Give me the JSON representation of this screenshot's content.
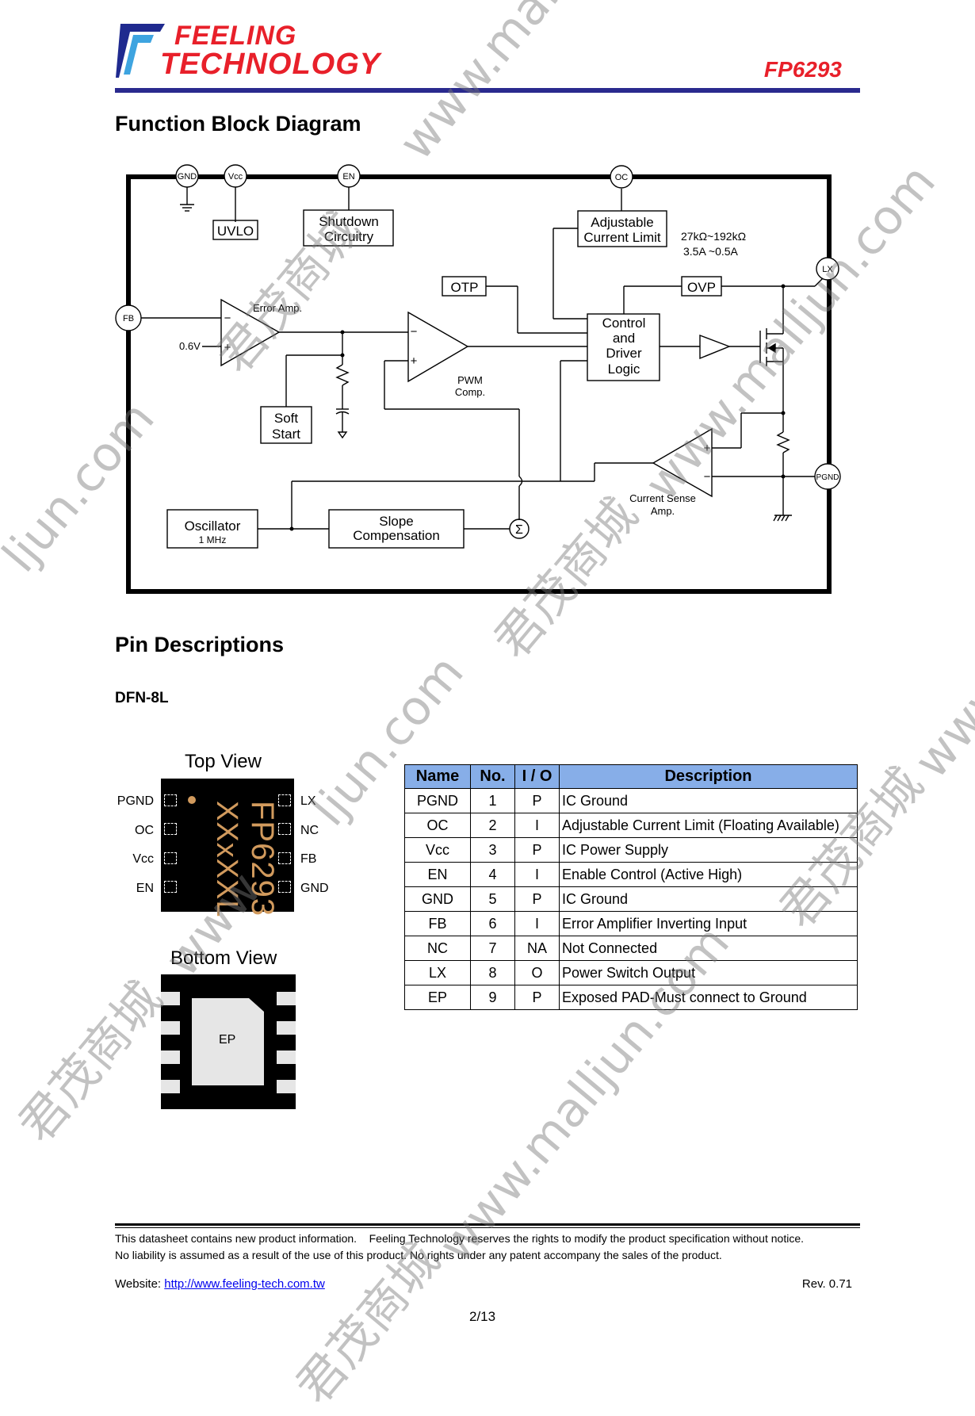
{
  "header": {
    "logo_line1": "FEELING",
    "logo_line2": "TECHNOLOGY",
    "part_number": "FP6293"
  },
  "block_diagram": {
    "title": "Function Block Diagram",
    "pins": {
      "gnd": "GND",
      "vcc": "Vcc",
      "en": "EN",
      "oc": "OC",
      "fb": "FB",
      "lx": "LX",
      "pgnd": "PGND"
    },
    "blocks": {
      "uvlo": "UVLO",
      "shutdown_1": "Shutdown",
      "shutdown_2": "Circuitry",
      "adj_1": "Adjustable",
      "adj_2": "Current Limit",
      "otp": "OTP",
      "ovp": "OVP",
      "ctrl_1": "Control",
      "ctrl_2": "and",
      "ctrl_3": "Driver",
      "ctrl_4": "Logic",
      "soft_1": "Soft",
      "soft_2": "Start",
      "osc": "Oscillator",
      "osc_freq": "1 MHz",
      "slope_1": "Slope",
      "slope_2": "Compensation"
    },
    "labels": {
      "error_amp": "Error Amp.",
      "vref": "0.6V",
      "pwm_1": "PWM",
      "pwm_2": "Comp.",
      "cs_1": "Current Sense",
      "cs_2": "Amp.",
      "res_range": "27kΩ~192kΩ",
      "cur_range": "3.5A ~0.5A",
      "plus": "+",
      "minus": "−",
      "sigma": "Σ"
    }
  },
  "pin_section": {
    "title": "Pin Descriptions",
    "package": "DFN-8L",
    "top_view": "Top View",
    "bottom_view": "Bottom View",
    "marking_1": "FP6293",
    "marking_2": "XXxXXL",
    "ep_label": "EP",
    "left_pins": [
      "PGND",
      "OC",
      "Vcc",
      "EN"
    ],
    "right_pins": [
      "LX",
      "NC",
      "FB",
      "GND"
    ]
  },
  "pin_table": {
    "headers": [
      "Name",
      "No.",
      "I / O",
      "Description"
    ],
    "rows": [
      [
        "PGND",
        "1",
        "P",
        "IC Ground"
      ],
      [
        "OC",
        "2",
        "I",
        "Adjustable Current Limit (Floating Available)"
      ],
      [
        "Vcc",
        "3",
        "P",
        "IC Power Supply"
      ],
      [
        "EN",
        "4",
        "I",
        "Enable Control (Active High)"
      ],
      [
        "GND",
        "5",
        "P",
        "IC Ground"
      ],
      [
        "FB",
        "6",
        "I",
        "Error Amplifier Inverting Input"
      ],
      [
        "NC",
        "7",
        "NA",
        "Not Connected"
      ],
      [
        "LX",
        "8",
        "O",
        "Power Switch Output"
      ],
      [
        "EP",
        "9",
        "P",
        "Exposed PAD-Must connect to Ground"
      ]
    ]
  },
  "footer": {
    "line1": "This datasheet contains new product information.    Feeling Technology reserves the rights to modify the product specification without notice.",
    "line2": "No liability is assumed as a result of the use of this product. No rights under any patent accompany the sales of the product.",
    "website_label": "Website: ",
    "website_url": "http://www.feeling-tech.com.tw",
    "revision": "Rev. 0.71",
    "page": "2/13"
  },
  "watermarks": {
    "cn": "君茂商城",
    "url": "www.malljun.com",
    "url_short": "ljun.com",
    "url_www": "www"
  }
}
